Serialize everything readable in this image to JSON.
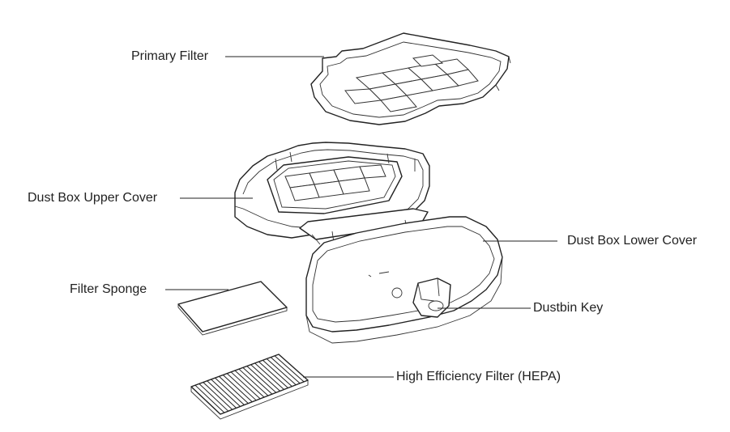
{
  "labels": {
    "primary_filter": "Primary Filter",
    "upper_cover": "Dust Box Upper Cover",
    "lower_cover": "Dust Box Lower Cover",
    "filter_sponge": "Filter Sponge",
    "dustbin_key": "Dustbin Key",
    "hepa_filter": "High Efficiency Filter (HEPA)"
  }
}
